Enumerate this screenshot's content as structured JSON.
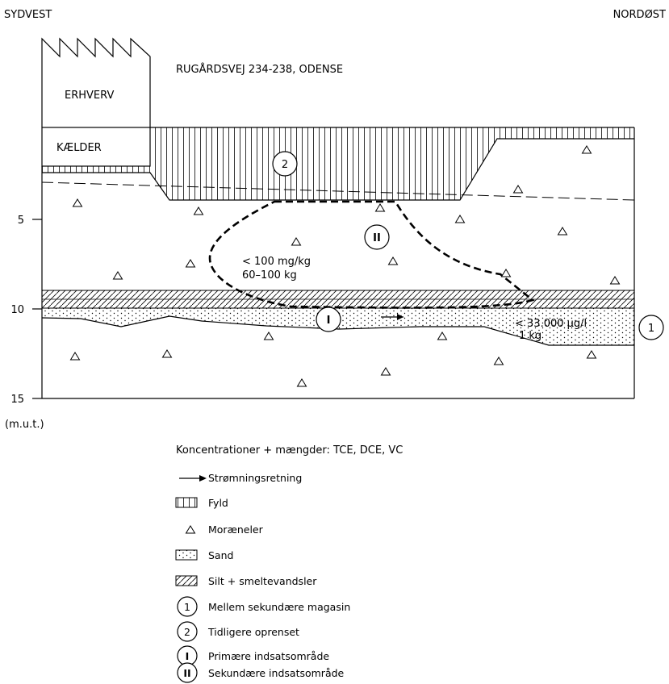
{
  "header": {
    "left_direction": "SYDVEST",
    "right_direction": "NORDØST",
    "site": "RUGÅRDSVEJ 234-238, ODENSE"
  },
  "building": {
    "erhverv": "ERHVERV",
    "kaelder": "KÆLDER"
  },
  "depth_axis": {
    "ticks": [
      "5",
      "10",
      "15"
    ],
    "unit": "(m.u.t.)"
  },
  "annotations": {
    "zone2_marker": "2",
    "zone_ii_marker": "II",
    "zone_i_marker": "I",
    "zone1_marker": "1",
    "conc_line1": "< 100 mg/kg",
    "conc_line2": "60–100 kg",
    "gw_line1": "< 33.000 µg/l",
    "gw_line2": "1 kg"
  },
  "legend": {
    "title": "Koncentrationer + mængder: TCE, DCE, VC",
    "items": [
      {
        "symbol": "arrow",
        "label": "Strømningsretning"
      },
      {
        "symbol": "fyld-hatch",
        "label": "Fyld"
      },
      {
        "symbol": "triangle",
        "label": "Moræneler"
      },
      {
        "symbol": "sand-dots",
        "label": "Sand"
      },
      {
        "symbol": "silt-diagonal",
        "label": "Silt + smeltevandsler"
      },
      {
        "symbol": "circle-1",
        "marker": "1",
        "label": "Mellem sekundære magasin"
      },
      {
        "symbol": "circle-2",
        "marker": "2",
        "label": "Tidligere oprenset"
      },
      {
        "symbol": "circle-I",
        "marker": "I",
        "label": "Primære indsatsområde"
      },
      {
        "symbol": "circle-II",
        "marker": "II",
        "label": "Sekundære indsatsområde"
      }
    ]
  }
}
